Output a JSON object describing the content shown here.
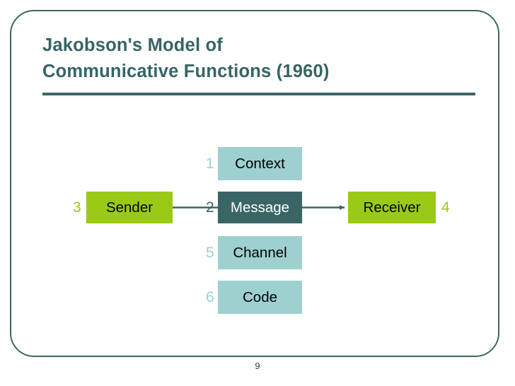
{
  "slide": {
    "title": "Jakobson's Model of\nCommunicative Functions (1960)",
    "page_number": "9",
    "colors": {
      "frame": "#3d6666",
      "title_text": "#356565",
      "rule": "#3d6666",
      "box_light_teal": "#9ed0d0",
      "box_dark_teal": "#3a6565",
      "box_green": "#9aca16",
      "arrow": "#3a6565",
      "page_number_text": "#3c3c3c"
    }
  },
  "diagram": {
    "type": "communication-model",
    "nodes": [
      {
        "id": "context",
        "label": "Context",
        "marker": "1",
        "style": "light",
        "column": "center",
        "row": 1
      },
      {
        "id": "message",
        "label": "Message",
        "marker": "2",
        "style": "dark",
        "column": "center",
        "row": 2
      },
      {
        "id": "channel",
        "label": "Channel",
        "marker": "5",
        "style": "light",
        "column": "center",
        "row": 3
      },
      {
        "id": "code",
        "label": "Code",
        "marker": "6",
        "style": "light",
        "column": "center",
        "row": 4
      },
      {
        "id": "sender",
        "label": "Sender",
        "marker": "3",
        "style": "green",
        "column": "left",
        "row": 2
      },
      {
        "id": "receiver",
        "label": "Receiver",
        "marker": "4",
        "style": "green",
        "column": "right",
        "row": 2
      }
    ],
    "connector": {
      "from": "sender",
      "through": "message",
      "to": "receiver",
      "arrowhead": "right"
    }
  }
}
